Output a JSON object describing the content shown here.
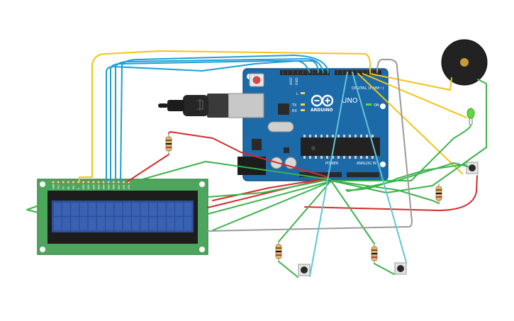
{
  "board": {
    "brand_label": "ARDUINO",
    "model_label": "UNO",
    "digital_label": "DIGITAL (PWM~)",
    "power_label": "POWER",
    "analog_label": "ANALOG IN",
    "on_label": "ON",
    "l_label": "L",
    "tx_label": "TX",
    "rx_label": "RX",
    "aref_label": "AREF",
    "gnd_label": "GND"
  },
  "lcd": {
    "pin_labels": [
      "GND",
      "VCC",
      "V0",
      "RS",
      "RW",
      "E",
      "DB0",
      "DB1",
      "DB2",
      "DB3",
      "DB4",
      "DB5",
      "DB6",
      "DB7",
      "LED",
      "LED"
    ],
    "columns": 16,
    "rows": 2
  },
  "colors": {
    "board": "#1d6aa8",
    "lcd_pcb": "#4ea65e",
    "lcd_screen": "#2d4f9a",
    "wire_yellow": "#f0c419",
    "wire_blue": "#1d9fd3",
    "wire_red": "#d42b2b",
    "wire_green": "#3bb34a",
    "wire_gray": "#9a9a9a",
    "wire_teal": "#5fc6d6",
    "led": "#5edb3a"
  },
  "components": {
    "resistors": 4,
    "push_buttons": 3,
    "piezo_buzzers": 1,
    "leds": 1
  }
}
